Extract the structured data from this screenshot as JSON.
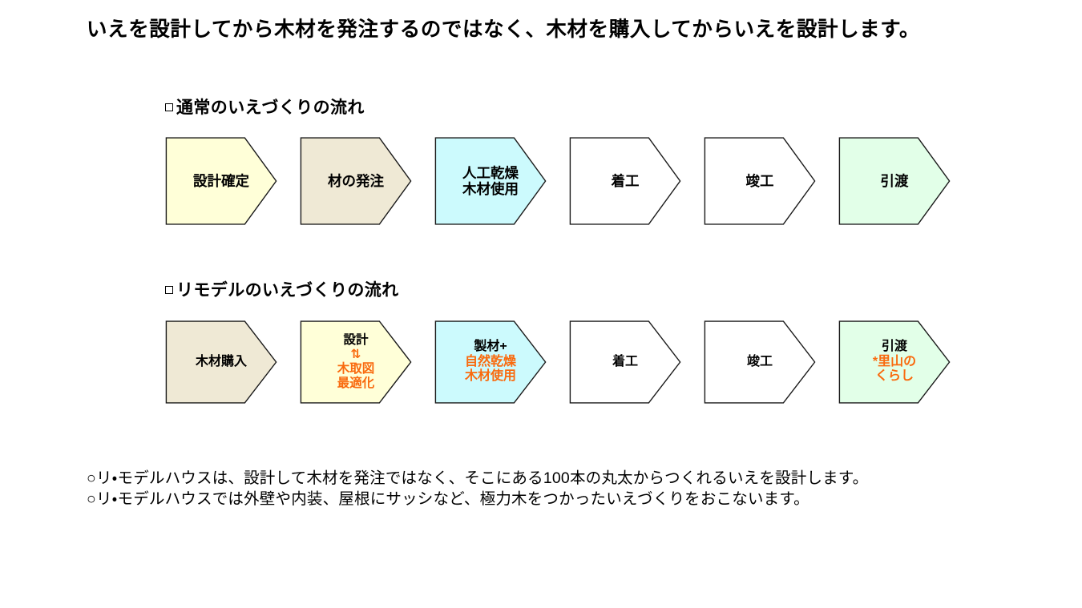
{
  "slide": {
    "title": "いえを設計してから木材を発注するのではなく、木材を購入してからいえを設計します。"
  },
  "colors": {
    "accent_orange": "#f96a0e",
    "fill_cream": "#ffffd8",
    "fill_beige": "#efe9d5",
    "fill_cyan": "#ccfafd",
    "fill_green": "#e2ffe8",
    "fill_white": "#ffffff",
    "stroke": "#1a1a1a",
    "text": "#000000"
  },
  "sections": [
    {
      "id": "normal",
      "bullet": "square-bullet",
      "heading": "通常のいえづくりの流れ",
      "steps": [
        {
          "name": "step-sekkei-kakutei",
          "fill": "#ffffd8",
          "lines": [
            {
              "text": "設計確定",
              "color": "black"
            }
          ]
        },
        {
          "name": "step-zai-no-hatchu",
          "fill": "#efe9d5",
          "lines": [
            {
              "text": "材の発注",
              "color": "black"
            }
          ]
        },
        {
          "name": "step-jinko-kanso",
          "fill": "#ccfafd",
          "lines": [
            {
              "text": "人工乾燥",
              "color": "black"
            },
            {
              "text": "木材使用",
              "color": "black"
            }
          ]
        },
        {
          "name": "step-chakko",
          "fill": "#ffffff",
          "lines": [
            {
              "text": "着工",
              "color": "black"
            }
          ]
        },
        {
          "name": "step-shunko",
          "fill": "#ffffff",
          "lines": [
            {
              "text": "竣工",
              "color": "black"
            }
          ]
        },
        {
          "name": "step-hikiwatashi",
          "fill": "#e2ffe8",
          "lines": [
            {
              "text": "引渡",
              "color": "black"
            }
          ]
        }
      ]
    },
    {
      "id": "remodel",
      "bullet": "square-bullet",
      "heading": "リモデルのいえづくりの流れ",
      "steps": [
        {
          "name": "step-mokuzai-konyu",
          "fill": "#efe9d5",
          "lines": [
            {
              "text": "木材購入",
              "color": "black"
            }
          ]
        },
        {
          "name": "step-sekkei-kidorizu",
          "fill": "#ffffd8",
          "compact": true,
          "lines": [
            {
              "text": "設計",
              "color": "black"
            },
            {
              "text": "⇅",
              "color": "accent"
            },
            {
              "text": "木取図",
              "color": "accent"
            },
            {
              "text": "最適化",
              "color": "accent"
            }
          ]
        },
        {
          "name": "step-seizai-shizen-kanso",
          "fill": "#ccfafd",
          "lines": [
            {
              "text": "製材+",
              "color": "black"
            },
            {
              "text": "自然乾燥",
              "color": "accent"
            },
            {
              "text": "木材使用",
              "color": "accent"
            }
          ]
        },
        {
          "name": "step-chakko",
          "fill": "#ffffff",
          "lines": [
            {
              "text": "着工",
              "color": "black"
            }
          ]
        },
        {
          "name": "step-shunko",
          "fill": "#ffffff",
          "lines": [
            {
              "text": "竣工",
              "color": "black"
            }
          ]
        },
        {
          "name": "step-hikiwatashi-satoyama",
          "fill": "#e2ffe8",
          "lines": [
            {
              "text": "引渡",
              "color": "black"
            },
            {
              "text": "*里山の",
              "color": "accent"
            },
            {
              "text": "くらし",
              "color": "accent"
            }
          ]
        }
      ]
    }
  ],
  "footer": {
    "notes": [
      "○リ・モデルハウスは、設計して木材を発注ではなく、そこにある100本の丸太からつくれるいえを設計します。",
      "○リ・モデルハウスでは外壁や内装、屋根にサッシなど、極力木をつかったいえづくりをおこないます。"
    ]
  }
}
